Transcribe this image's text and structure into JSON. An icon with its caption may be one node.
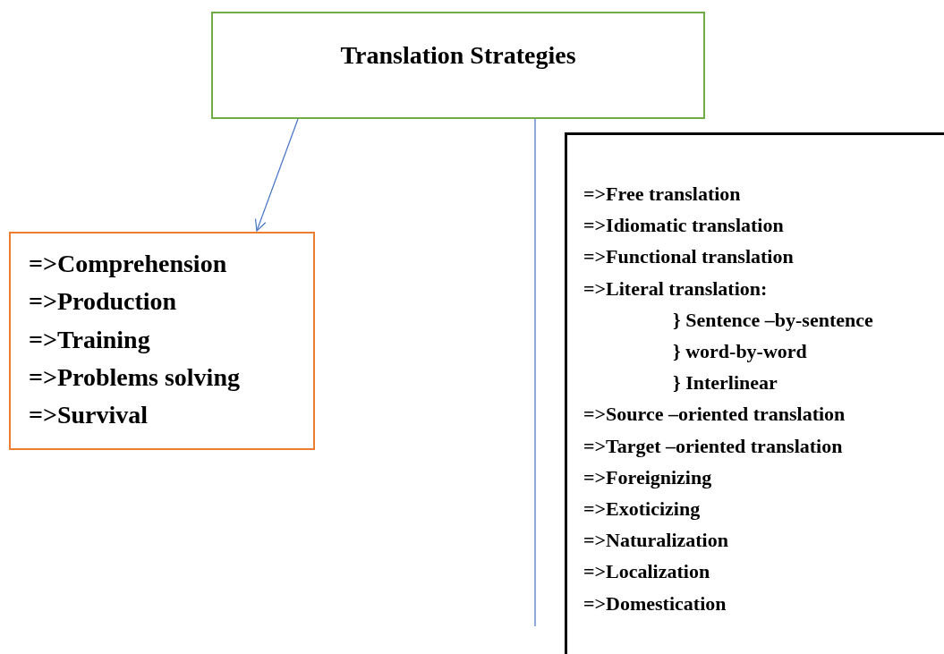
{
  "diagram": {
    "nodes": [
      {
        "text": [
          "Translation Strategies"
        ]
      },
      {
        "text": [
          "=>Comprehension",
          "=>Production",
          "=>Training",
          "=>Problems solving",
          "=>Survival"
        ]
      },
      {
        "text": [
          "=>Free translation",
          "=>Idiomatic translation",
          "=>Functional translation",
          "=>Literal translation:",
          "} Sentence –by-sentence",
          "} word-by-word",
          "} Interlinear",
          "=>Source –oriented translation",
          "=>Target –oriented translation",
          "=>Foreignizing",
          "=>Exoticizing",
          "=>Naturalization",
          "=>Localization",
          "=>Domestication"
        ]
      }
    ],
    "edges": [
      {
        "from": 0,
        "to": 1,
        "arrow": "to"
      },
      {
        "from": 0,
        "to": null,
        "arrow": "none"
      }
    ]
  }
}
